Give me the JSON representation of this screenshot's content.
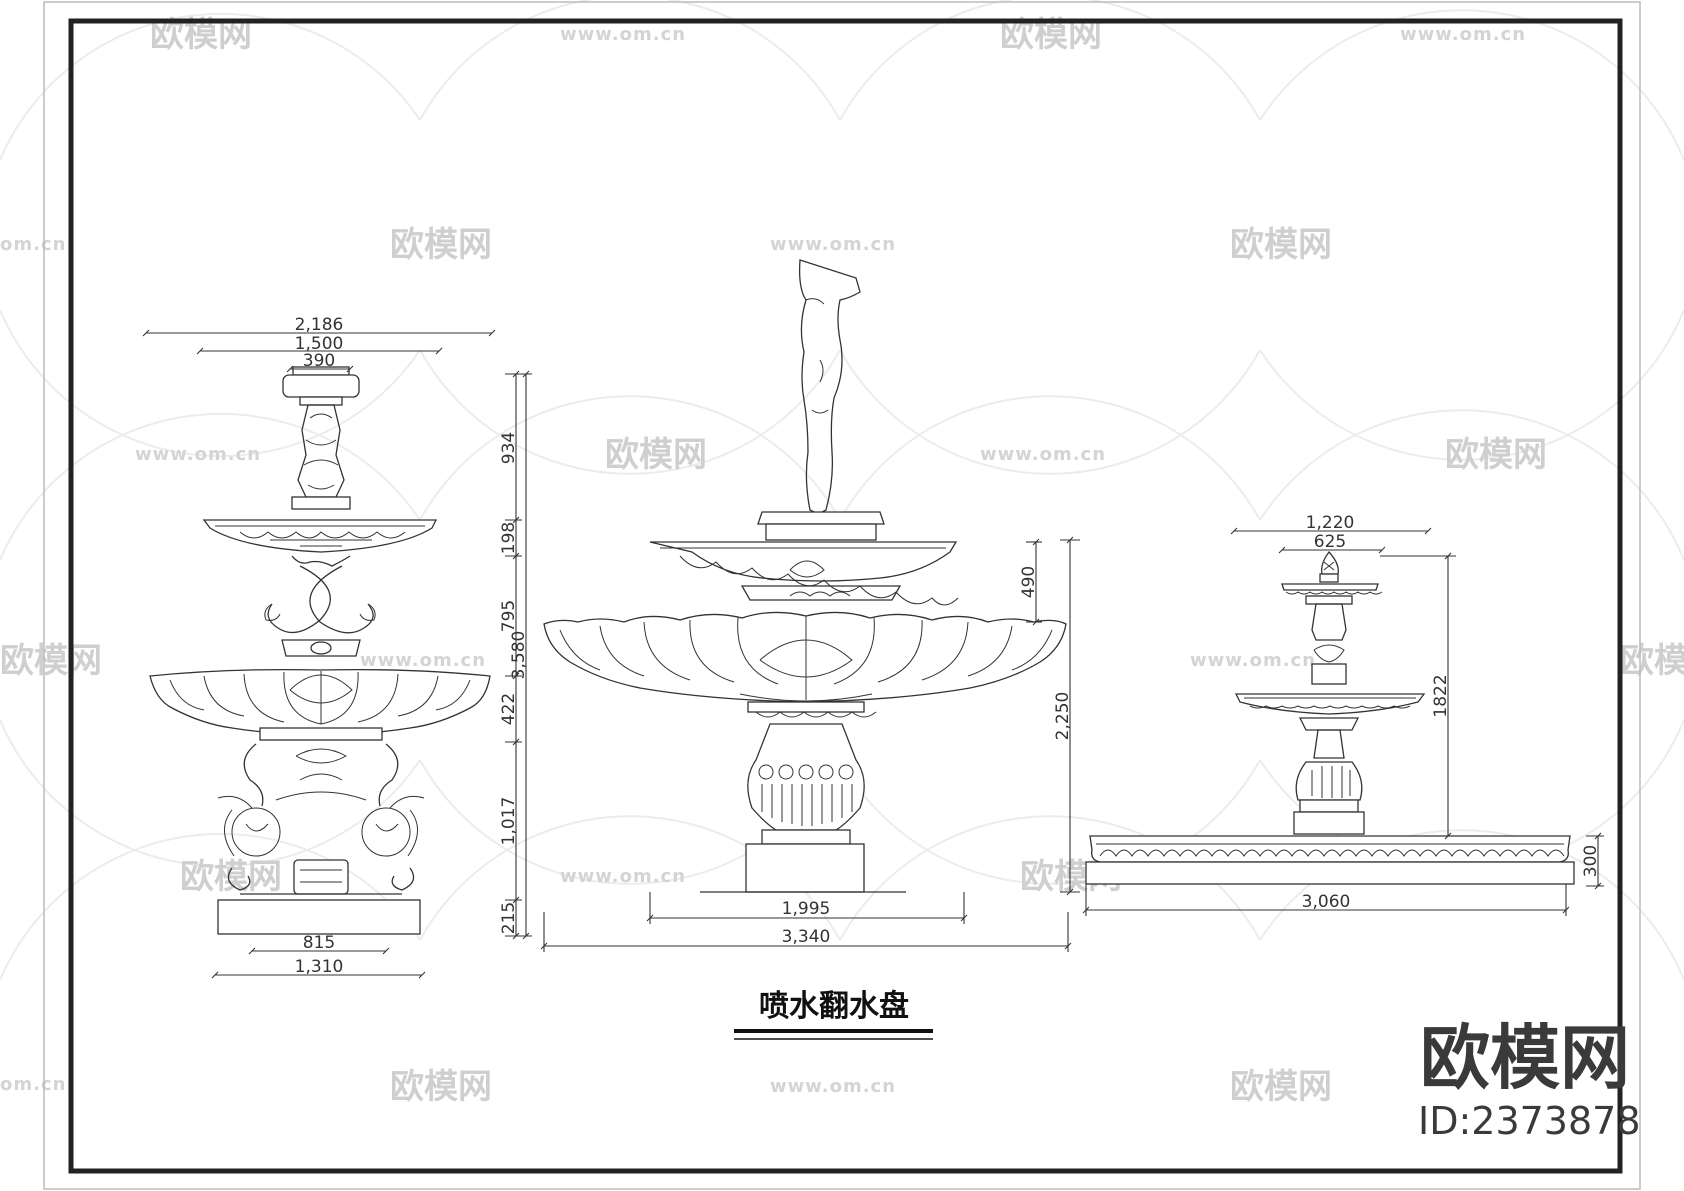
{
  "title": "喷水翻水盘",
  "watermark": {
    "brand": "欧模网",
    "url": "www.om.cn",
    "url_fragment_left": "om.cn",
    "brand_fragment": "欧模网",
    "id": "ID:2373878"
  },
  "elevations": {
    "left": {
      "top_dims": [
        "2,186",
        "1,500",
        "390"
      ],
      "vertical_dims": [
        "934",
        "198",
        "795",
        "422",
        "1,017",
        "215"
      ],
      "overall_height": "3,580",
      "bottom_dims": [
        "815",
        "1,310"
      ]
    },
    "center": {
      "vertical_dims": [
        "490"
      ],
      "overall_height": "2,250",
      "bottom_dims": [
        "1,995",
        "3,340"
      ]
    },
    "right": {
      "top_dims": [
        "1,220",
        "625"
      ],
      "vertical_dims": [
        "1822",
        "300"
      ],
      "bottom_dims": [
        "3,060"
      ]
    }
  },
  "colors": {
    "line": "#333333",
    "watermark": "#cfcfcf",
    "frame": "#222222"
  }
}
